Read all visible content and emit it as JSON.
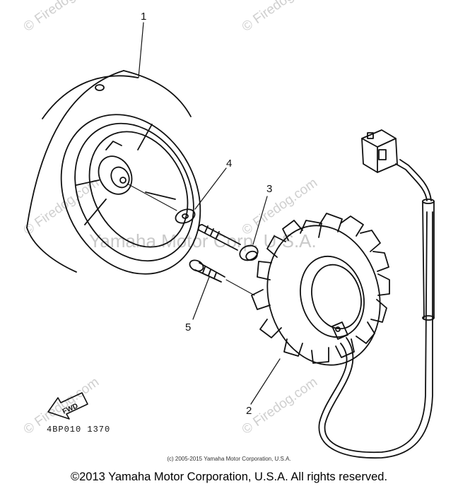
{
  "watermark": {
    "site": "© Firedog.com",
    "site_short": "Firedog.com",
    "center": "Yamaha Motor Corp. U.S.A."
  },
  "callouts": [
    "1",
    "2",
    "3",
    "4",
    "5"
  ],
  "fwd_label": "FWD",
  "diagram_code": "4BP010 1370",
  "copyright_small": "(c) 2005-2015 Yamaha Motor Corporation, U.S.A.",
  "copyright_main": "©2013 Yamaha Motor Corporation, U.S.A. All rights reserved.",
  "colors": {
    "line": "#111111",
    "watermark": "#cfcfcf",
    "background": "#ffffff"
  }
}
